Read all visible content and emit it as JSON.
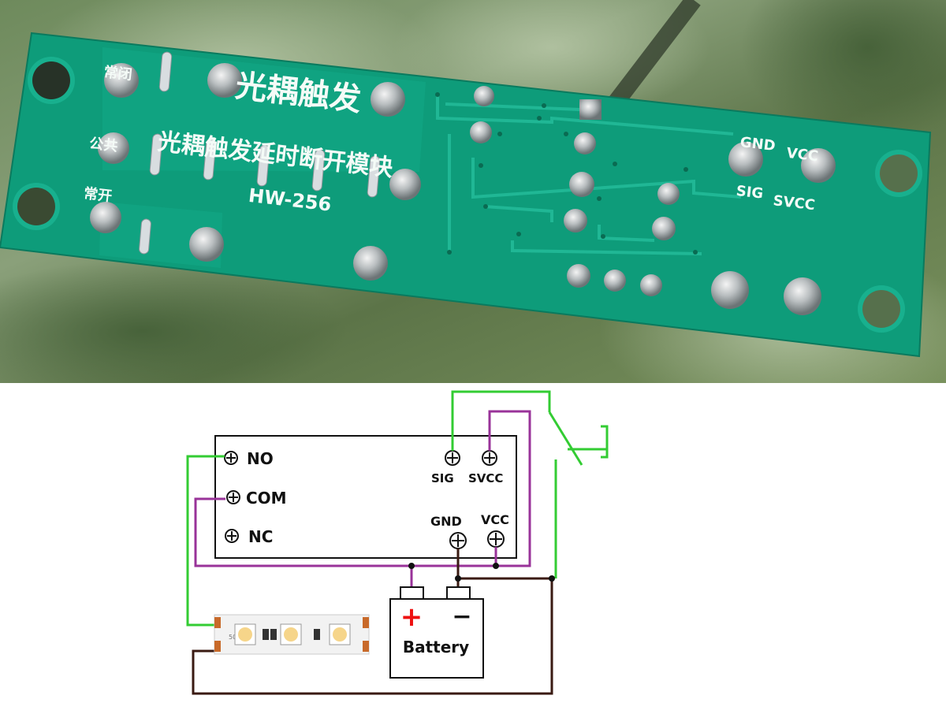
{
  "photo": {
    "board_title": "光耦触发",
    "board_subtitle": "光耦触发延时断开模块",
    "model": "HW-256",
    "pin_nc_cn": "常闭",
    "pin_com_cn": "公共",
    "pin_no_cn": "常开",
    "pin_gnd": "GND",
    "pin_vcc": "VCC",
    "pin_sig": "SIG",
    "pin_svcc": "SVCC"
  },
  "schematic": {
    "no": "NO",
    "com": "COM",
    "nc": "NC",
    "sig": "SIG",
    "svcc": "SVCC",
    "gnd": "GND",
    "vcc": "VCC",
    "battery": "Battery",
    "battery_plus": "+",
    "battery_minus": "−",
    "led_strip_text": "5050"
  },
  "colors": {
    "pcb": "#0e9c7a",
    "wire_green": "#33cc33",
    "wire_purple": "#993399",
    "wire_brown": "#3a1a12",
    "plus_red": "#ee1111"
  }
}
